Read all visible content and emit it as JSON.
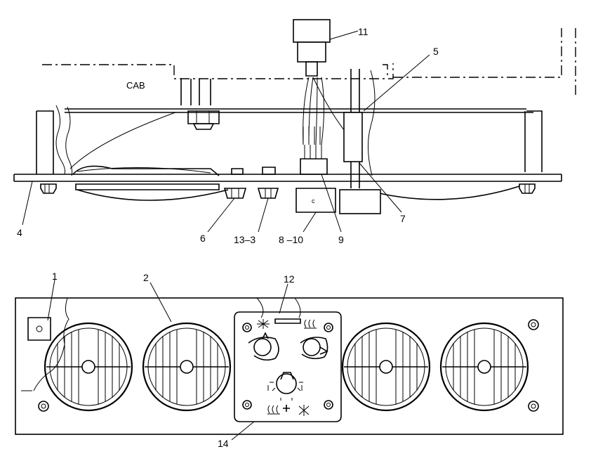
{
  "labels": {
    "cab": "CAB",
    "c1": "1",
    "c2": "2",
    "c4": "4",
    "c5": "5",
    "c6": "6",
    "c7": "7",
    "c8_10": "8 –10",
    "c9": "9",
    "c11": "11",
    "c12": "12",
    "c13_3": "13–3",
    "c14": "14",
    "tab_letter": "c"
  },
  "icons": [
    "snowflake-icon",
    "heat-wave-icon",
    "fan-blower-icon",
    "dial-knob-icon",
    "louver-vent-icon",
    "screw-icon"
  ]
}
